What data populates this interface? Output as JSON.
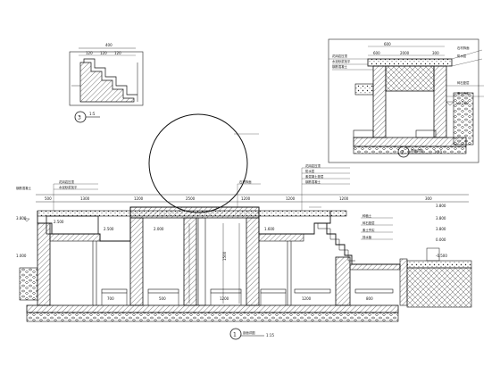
{
  "drawing": {
    "detail_3": {
      "marker": "3",
      "scale": "1:5"
    },
    "detail_2": {
      "marker": "2",
      "title": "剖面详图",
      "scale": "1:20"
    },
    "detail_1": {
      "marker": "1",
      "title": "剖面详图",
      "scale": "1:15"
    },
    "elevations": [
      "3.800",
      "3.800",
      "3.800",
      "3.800",
      "2.500",
      "2.500",
      "2.000",
      "1.600",
      "1.000",
      "0.000",
      "-0.500",
      "±0.000"
    ],
    "dimensions_top": [
      "500",
      "1300",
      "1200",
      "2500",
      "1200",
      "1200",
      "1200",
      "300"
    ],
    "dimensions_bottom": [
      "700",
      "500",
      "1200",
      "1200",
      "800"
    ],
    "detail2_dims": [
      "600",
      "2000",
      "600",
      "300"
    ],
    "detail3_dims": [
      "400",
      "120",
      "120",
      "120"
    ],
    "vertical_dim": "1500",
    "notes": [
      "花岗岩压顶",
      "水泥砂浆找平",
      "素混凝土垫层",
      "钢筋混凝土",
      "防水层",
      "碎石垫层",
      "素土夯实",
      "石材饰面",
      "种植土",
      "排水管"
    ]
  }
}
